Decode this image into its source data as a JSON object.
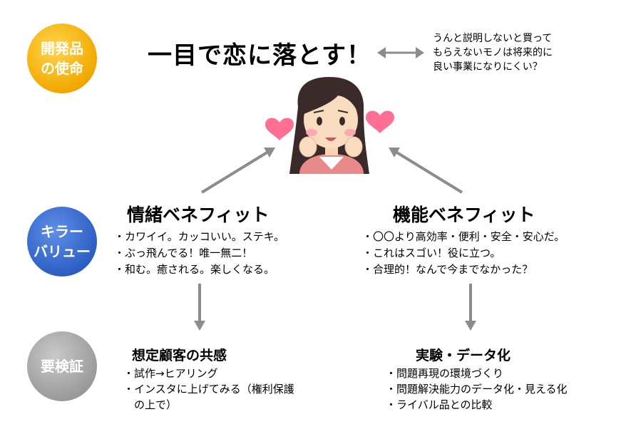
{
  "labels": {
    "mission": [
      "開発品",
      "の使命"
    ],
    "killer_value": [
      "キラー",
      "バリュー"
    ],
    "verify": [
      "要検証"
    ]
  },
  "mission_text": "一目で恋に落とす！",
  "side_note": [
    "うんと説明しないと買って",
    "もらえないモノは将来的に",
    "良い事業になりにくい？"
  ],
  "emotional": {
    "title": "情緒ベネフィット",
    "items": [
      "・カワイイ。カッコいい。ステキ。",
      "・ぶっ飛んでる！唯一無二！",
      "・和む。癒される。楽しくなる。"
    ]
  },
  "functional": {
    "title": "機能ベネフィット",
    "items": [
      "・〇〇より高効率・便利・安全・安心だ。",
      "・これはスゴい！役に立つ。",
      "・合理的！なんで今までなかった？"
    ]
  },
  "empathy": {
    "title": "想定顧客の共感",
    "items": [
      "・試作→ヒアリング",
      "・インスタに上げてみる（権利保護",
      "　の上で）"
    ]
  },
  "data_check": {
    "title": "実験・データ化",
    "items": [
      "・問題再現の環境づくり",
      "・問題解決能力のデータ化・見える化",
      "・ライバル品との比較"
    ]
  },
  "colors": {
    "mission_circle": "#f2a900",
    "killer_circle": "#2d5fc4",
    "verify_circle": "#9b9b9b",
    "arrow": "#8c8c8c",
    "heart": "#ff6f91"
  }
}
